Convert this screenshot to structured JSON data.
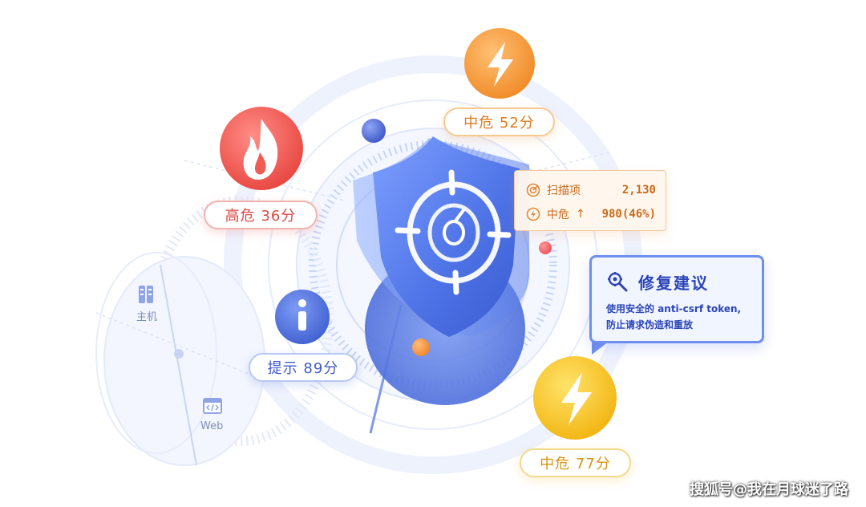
{
  "badges": {
    "high": "高危 36分",
    "medium_top": "中危 52分",
    "info": "提示 89分",
    "medium_bottom": "中危 77分"
  },
  "scan_card": {
    "row1_label": "扫描项",
    "row1_value": "2,130",
    "row2_label": "中危",
    "row2_arrow": "↑",
    "row2_value": "980(46%)"
  },
  "advice": {
    "title": "修复建议",
    "line1": "使用安全的 anti-csrf token,",
    "line2": "防止请求伪造和重放"
  },
  "side_labels": {
    "host": "主机",
    "web": "Web"
  },
  "watermark": "搜狐号@我在月球迷了路",
  "colors": {
    "high": "#ee5a52",
    "medium": "#f39a3a",
    "info": "#4f6fd8",
    "warning": "#f6c21d",
    "shield": "#5b82ee",
    "accent_blue": "#6f8ff0"
  },
  "icons": {
    "high": "flame-icon",
    "medium_top": "lightning-icon",
    "info": "info-icon",
    "medium_bottom": "lightning-icon",
    "shield": "target-shield-icon",
    "advice": "tools-icon",
    "host": "server-icon",
    "web": "code-window-icon"
  }
}
